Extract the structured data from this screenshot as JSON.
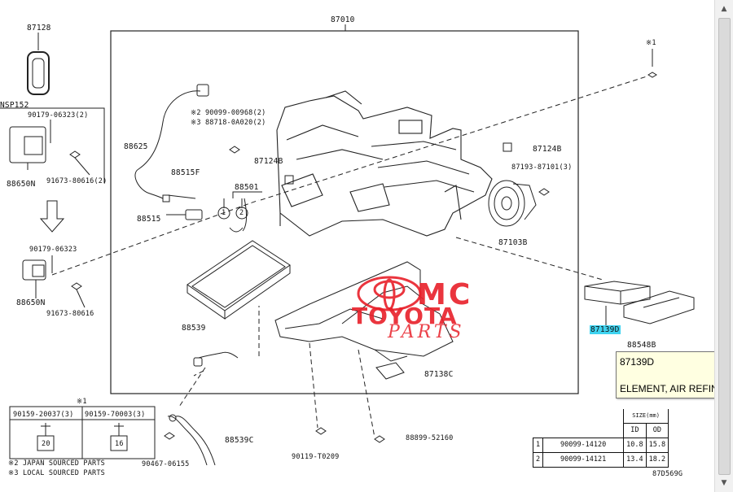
{
  "labels": {
    "main_assy": "87010",
    "p87128": "87128",
    "nsp": "NSP152",
    "p90179_a": "90179-06323(2)",
    "p88650n_a": "88650N",
    "p91673_a": "91673-80616(2)",
    "p90179_b": "90179-06323",
    "p88650n_b": "88650N",
    "p91673_b": "91673-80616",
    "p88625": "88625",
    "p88515f": "88515F",
    "p88515": "88515",
    "note2_part": "※2 90099-00968(2)",
    "note3_part": "※3 88718-0A020(2)",
    "p87124b_a": "87124B",
    "p88501": "88501",
    "p87124b_b": "87124B",
    "p87193": "87193-87101(3)",
    "p87103b": "87103B",
    "p88539": "88539",
    "p87138c": "87138C",
    "p87139d": "87139D",
    "p88548b": "88548B",
    "p88539c": "88539C",
    "p90467": "90467-06155",
    "p90119": "90119-T0209",
    "p88899": "88899-52160",
    "note1_top": "※1",
    "note1_left": "※1",
    "circle1": "1",
    "circle2": "2",
    "diagram_code": "87D569G"
  },
  "legend": {
    "part_a": "90159-20037(3)",
    "part_b": "90159-70003(3)",
    "dim_a": "20",
    "dim_b": "16",
    "japan": "※2 JAPAN SOURCED PARTS",
    "local": "※3 LOCAL SOURCED PARTS"
  },
  "size_table": {
    "header_size": "SIZE(mm)",
    "col_id": "ID",
    "col_od": "OD",
    "rows": [
      {
        "num": "1",
        "part": "90099-14120",
        "id": "10.8",
        "od": "15.8"
      },
      {
        "num": "2",
        "part": "90099-14121",
        "id": "13.4",
        "od": "18.2"
      }
    ]
  },
  "tooltip": {
    "part": "87139D",
    "desc": "ELEMENT, AIR REFINER"
  },
  "watermark": {
    "line1": "MC",
    "line2": "TOYOTA",
    "line3": "PARTS"
  },
  "colors": {
    "highlight": "#3fd3f0",
    "watermark": "#e8202a",
    "tooltip_bg": "#ffffe1"
  },
  "scrollbar": {
    "up_icon": "▲",
    "down_icon": "▼"
  }
}
